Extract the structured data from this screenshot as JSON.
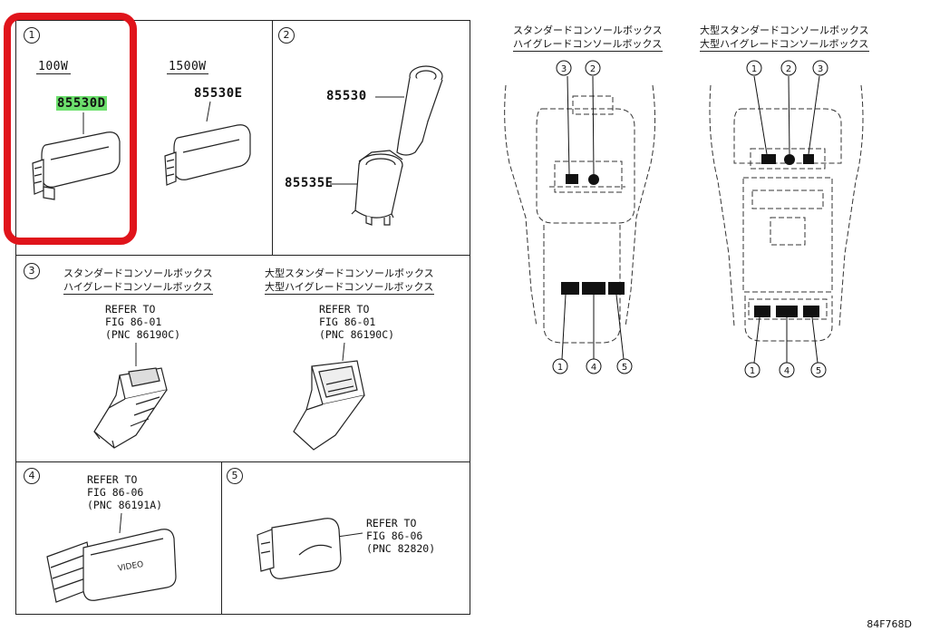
{
  "panels": {
    "p1": {
      "number": "1",
      "left_label": "100W",
      "right_label": "1500W",
      "left_part": "85530D",
      "right_part": "85530E"
    },
    "p2": {
      "number": "2",
      "part_top": "85530",
      "part_bottom": "85535E"
    },
    "p3": {
      "number": "3",
      "left_title_1": "スタンダードコンソールボックス",
      "left_title_2": "ハイグレードコンソールボックス",
      "right_title_1": "大型スタンダードコンソールボックス",
      "right_title_2": "大型ハイグレードコンソールボックス",
      "left_ref": "REFER TO\nFIG 86-01\n(PNC 86190C)",
      "right_ref": "REFER TO\nFIG 86-01\n(PNC 86190C)"
    },
    "p4": {
      "number": "4",
      "ref": "REFER TO\nFIG 86-06\n(PNC 86191A)",
      "device_text": "VIDEO"
    },
    "p5": {
      "number": "5",
      "ref": "REFER TO\nFIG 86-06\n(PNC 82820)"
    }
  },
  "consoles": {
    "left": {
      "title_1": "スタンダードコンソールボックス",
      "title_2": "ハイグレードコンソールボックス",
      "callouts": [
        "3",
        "2",
        "1",
        "4",
        "5"
      ]
    },
    "right": {
      "title_1": "大型スタンダードコンソールボックス",
      "title_2": "大型ハイグレードコンソールボックス",
      "callouts": [
        "1",
        "2",
        "3",
        "1",
        "4",
        "5"
      ]
    }
  },
  "diagram_code": "84F768D",
  "highlight_color": "#e0141b",
  "part_highlight_color": "#6de06d"
}
